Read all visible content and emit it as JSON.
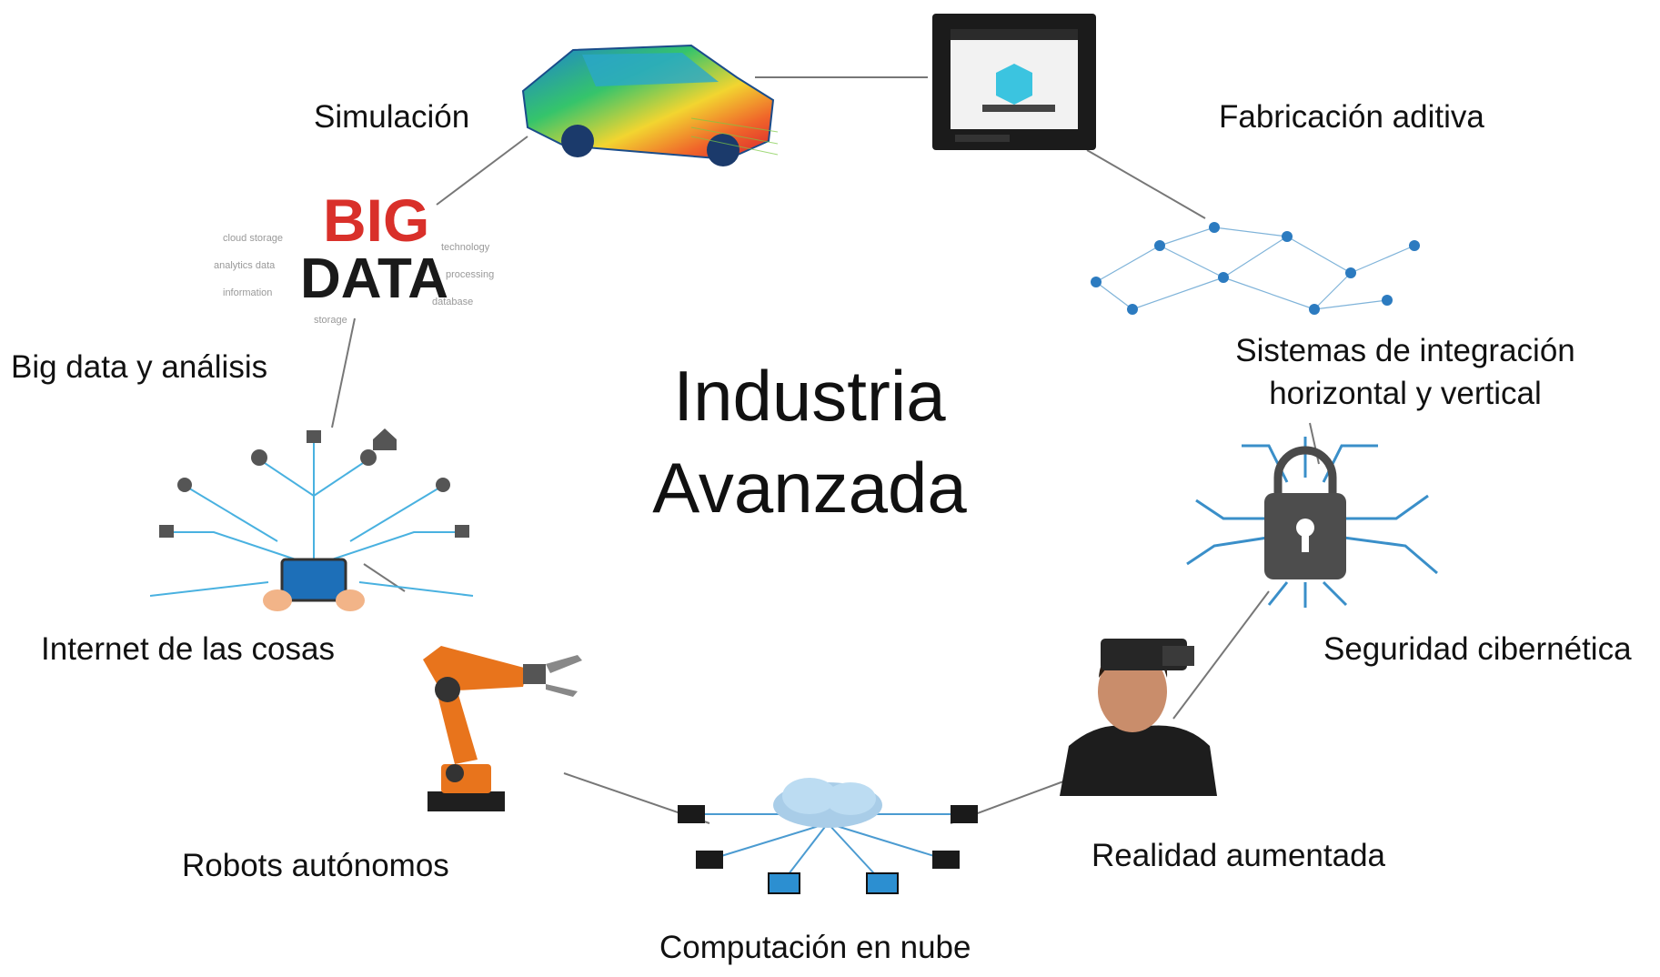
{
  "center_title": {
    "line1": "Industria",
    "line2": "Avanzada"
  },
  "nodes": [
    {
      "id": "simulacion",
      "label": "Simulación",
      "icon": "car-simulation-icon"
    },
    {
      "id": "fabricacion",
      "label": "Fabricación aditiva",
      "icon": "3d-printer-icon"
    },
    {
      "id": "sistemas",
      "label_line1": "Sistemas de integración",
      "label_line2": "horizontal y vertical",
      "icon": "network-icon"
    },
    {
      "id": "seguridad",
      "label": "Seguridad cibernética",
      "icon": "circuit-lock-icon"
    },
    {
      "id": "realidad",
      "label": "Realidad aumentada",
      "icon": "vr-headset-person-icon"
    },
    {
      "id": "computacion",
      "label": "Computación en nube",
      "icon": "cloud-network-icon"
    },
    {
      "id": "robots",
      "label": "Robots autónomos",
      "icon": "robot-arm-icon"
    },
    {
      "id": "internet",
      "label": "Internet de las cosas",
      "icon": "iot-tablet-icon"
    },
    {
      "id": "bigdata",
      "label": "Big data y análisis",
      "icon": "big-data-wordcloud-icon",
      "image_text": [
        "BIG",
        "DATA"
      ]
    }
  ],
  "colors": {
    "line": "#666666",
    "cyan": "#3aa6d8",
    "orange": "#e8741c",
    "dark": "#1a1a1a",
    "red": "#d9302a"
  }
}
